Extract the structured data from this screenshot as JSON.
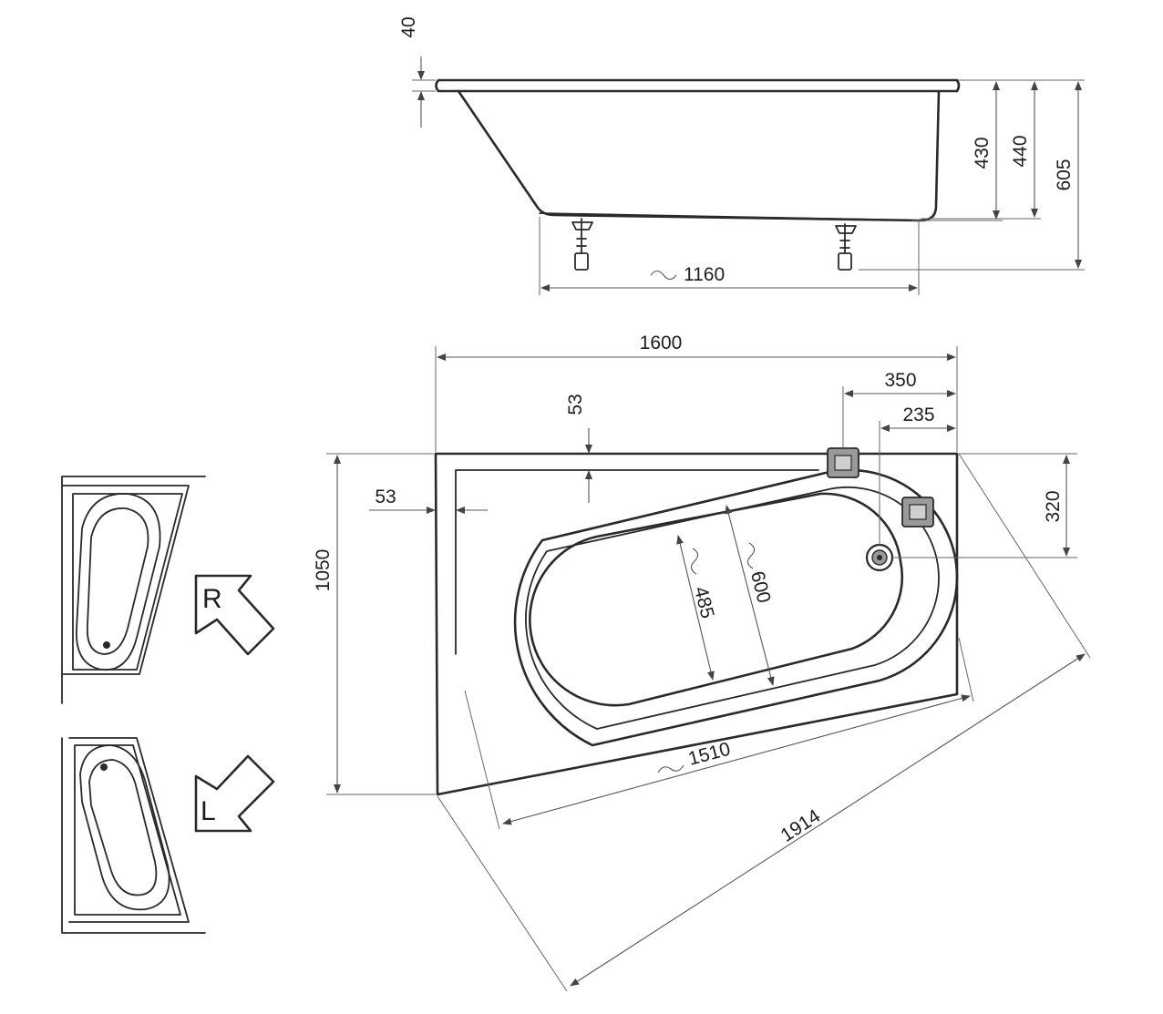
{
  "dimensions": {
    "rim_thickness": "40",
    "depth_inner": "430",
    "depth_outer": "440",
    "total_height": "605",
    "leg_span": "1160",
    "overall_length": "1600",
    "overall_width": "1050",
    "rim_edge_top": "53",
    "rim_edge_left": "53",
    "waste_offset_outer": "350",
    "waste_offset_inner": "235",
    "waste_offset_side": "320",
    "basin_width_inner": "485",
    "basin_width_outer": "600",
    "basin_length": "1510",
    "diagonal_length": "1914"
  },
  "variants": {
    "right": "R",
    "left": "L"
  }
}
